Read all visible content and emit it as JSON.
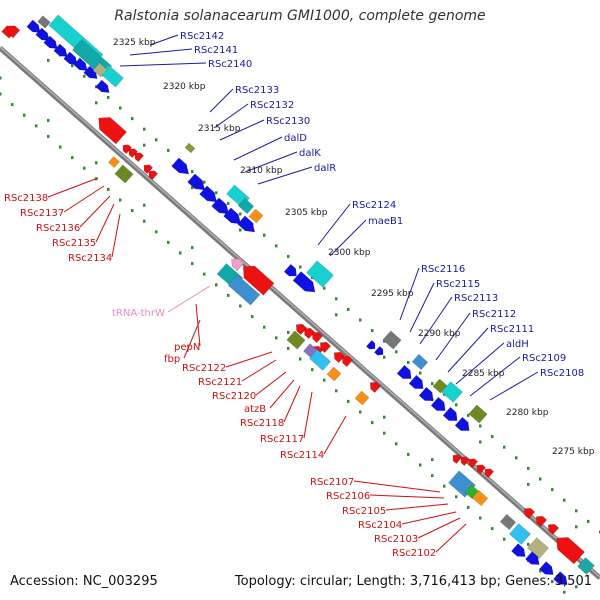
{
  "title": "Ralstonia solanacearum GMI1000, complete genome",
  "footer": {
    "accession": "Accession: NC_003295",
    "summary": "Topology: circular; Length: 3,716,413 bp; Genes: 3,501"
  },
  "colors": {
    "backbone": "#888888",
    "forward_label": "#1a1aa0",
    "reverse_label": "#cc1111",
    "trna_label": "#e889c0",
    "tick_dots": "#2e8b2e",
    "ruler_text": "#222222"
  },
  "ruler": [
    {
      "label": "2325 kbp"
    },
    {
      "label": "2320 kbp"
    },
    {
      "label": "2315 kbp"
    },
    {
      "label": "2310 kbp"
    },
    {
      "label": "2305 kbp"
    },
    {
      "label": "2300 kbp"
    },
    {
      "label": "2295 kbp"
    },
    {
      "label": "2290 kbp"
    },
    {
      "label": "2285 kbp"
    },
    {
      "label": "2280 kbp"
    },
    {
      "label": "2275 kbp"
    }
  ],
  "forward_genes": [
    {
      "label": "RSc2142"
    },
    {
      "label": "RSc2141"
    },
    {
      "label": "RSc2140"
    },
    {
      "label": "RSc2133"
    },
    {
      "label": "RSc2132"
    },
    {
      "label": "RSc2130"
    },
    {
      "label": "dalD"
    },
    {
      "label": "dalK"
    },
    {
      "label": "dalR"
    },
    {
      "label": "RSc2124"
    },
    {
      "label": "maeB1"
    },
    {
      "label": "RSc2116"
    },
    {
      "label": "RSc2115"
    },
    {
      "label": "RSc2113"
    },
    {
      "label": "RSc2112"
    },
    {
      "label": "RSc2111"
    },
    {
      "label": "aldH"
    },
    {
      "label": "RSc2109"
    },
    {
      "label": "RSc2108"
    }
  ],
  "reverse_genes": [
    {
      "label": "RSc2138"
    },
    {
      "label": "RSc2137"
    },
    {
      "label": "RSc2136"
    },
    {
      "label": "RSc2135"
    },
    {
      "label": "RSc2134"
    },
    {
      "label": "tRNA-thrW"
    },
    {
      "label": "fbp"
    },
    {
      "label": "pepN"
    },
    {
      "label": "RSc2122"
    },
    {
      "label": "RSc2121"
    },
    {
      "label": "RSc2120"
    },
    {
      "label": "atzB"
    },
    {
      "label": "RSc2118"
    },
    {
      "label": "RSc2117"
    },
    {
      "label": "RSc2114"
    },
    {
      "label": "RSc2107"
    },
    {
      "label": "RSc2106"
    },
    {
      "label": "RSc2105"
    },
    {
      "label": "RSc2104"
    },
    {
      "label": "RSc2103"
    },
    {
      "label": "RSc2102"
    }
  ]
}
